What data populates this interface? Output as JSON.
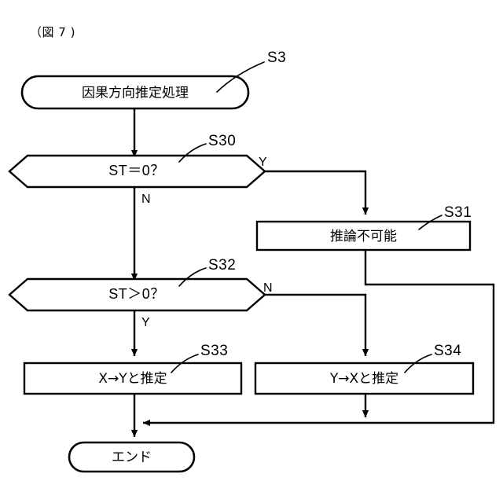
{
  "figure": {
    "caption": "（図 7 )",
    "title_label": "S3"
  },
  "nodes": {
    "start": {
      "text": "因果方向推定処理",
      "step": "S3"
    },
    "decision_st_eq_0": {
      "text": "ST＝0？",
      "step": "S30"
    },
    "cannot_infer": {
      "text": "推論不可能",
      "step": "S31"
    },
    "decision_st_gt_0": {
      "text": "ST＞0？",
      "step": "S32"
    },
    "estimate_x_to_y": {
      "text": "X→Yと推定",
      "step": "S33"
    },
    "estimate_y_to_x": {
      "text": "Y→Xと推定",
      "step": "S34"
    },
    "end": {
      "text": "エンド"
    }
  },
  "branches": {
    "s30_yes": "Y",
    "s30_no": "N",
    "s32_yes": "Y",
    "s32_no": "N"
  },
  "colors": {
    "stroke": "#000000",
    "fill": "#ffffff",
    "background": "#ffffff"
  }
}
